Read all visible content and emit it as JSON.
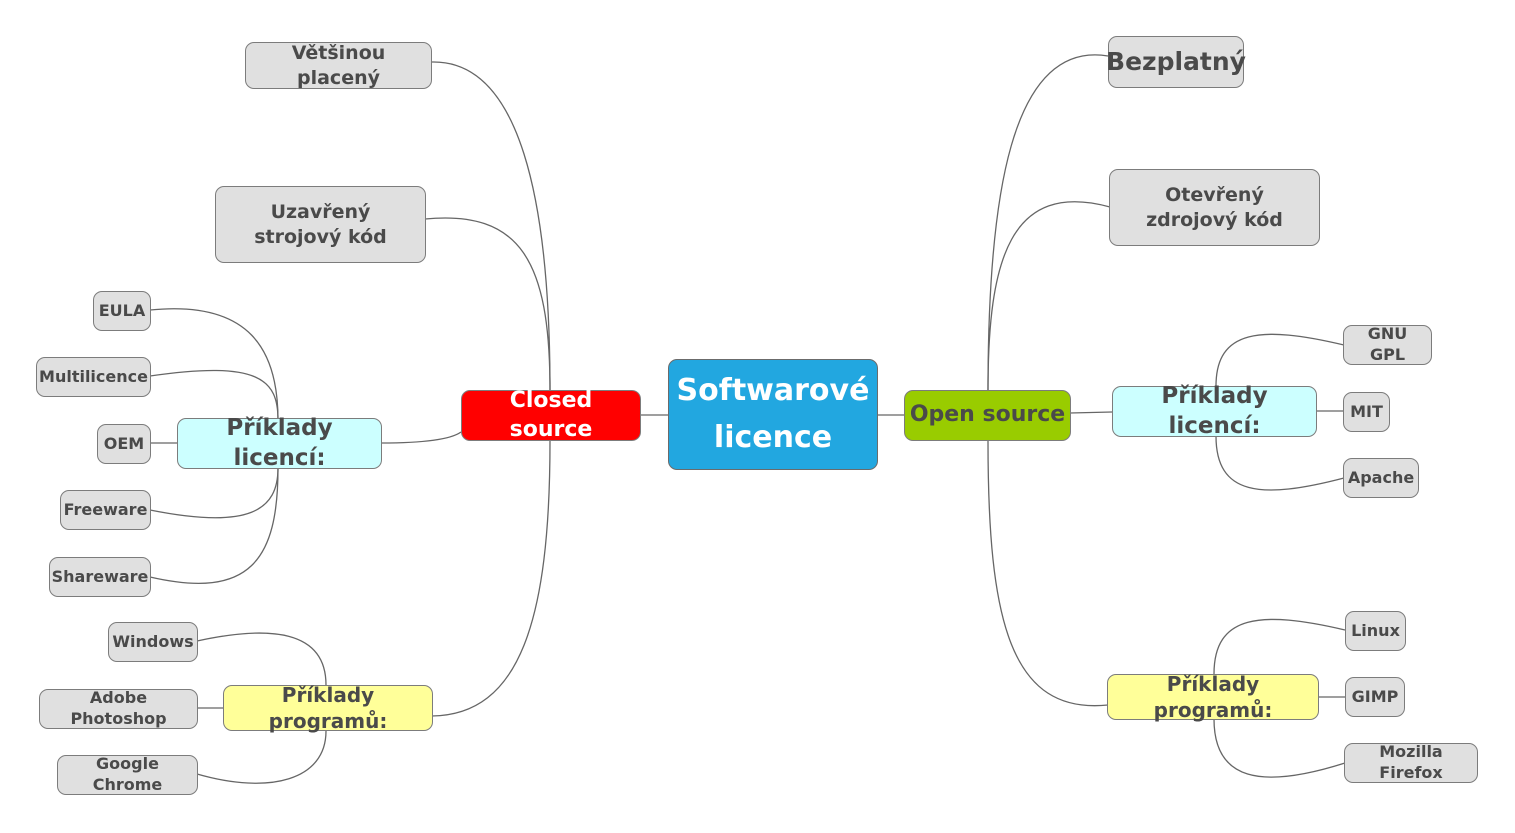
{
  "mindmap": {
    "root": "Softwarové licence",
    "closed_source": {
      "label": "Closed source",
      "mostly_paid": "Většinou placený",
      "closed_code": "Uzavřený strojový kód",
      "license_examples": {
        "label": "Příklady licencí:",
        "items": [
          "EULA",
          "Multilicence",
          "OEM",
          "Freeware",
          "Shareware"
        ]
      },
      "program_examples": {
        "label": "Příklady programů:",
        "items": [
          "Windows",
          "Adobe Photoshop",
          "Google Chrome"
        ]
      }
    },
    "open_source": {
      "label": "Open source",
      "free": "Bezplatný",
      "open_code": "Otevřený zdrojový kód",
      "license_examples": {
        "label": "Příklady licencí:",
        "items": [
          "GNU GPL",
          "MIT",
          "Apache"
        ]
      },
      "program_examples": {
        "label": "Příklady programů:",
        "items": [
          "Linux",
          "GIMP",
          "Mozilla Firefox"
        ]
      }
    },
    "colors": {
      "root": "#22a7e0",
      "closed_source": "#ff0000",
      "open_source": "#99cc00",
      "license_examples": "#ccffff",
      "program_examples": "#ffff99",
      "leaf": "#e0e0e0",
      "connector": "#666666"
    }
  }
}
